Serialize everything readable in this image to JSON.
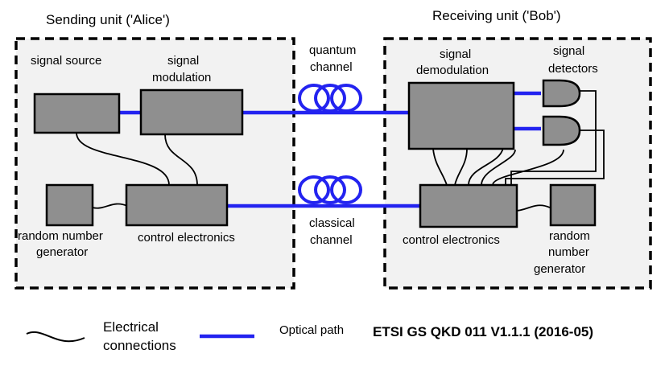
{
  "alice": {
    "title": "Sending unit ('Alice')",
    "signal_source": "signal source",
    "signal_modulation_1": "signal",
    "signal_modulation_2": "modulation",
    "rng_1": "random number",
    "rng_2": "generator",
    "control": "control electronics"
  },
  "channels": {
    "quantum_1": "quantum",
    "quantum_2": "channel",
    "classical_1": "classical",
    "classical_2": "channel"
  },
  "bob": {
    "title": "Receiving unit ('Bob')",
    "demod_1": "signal",
    "demod_2": "demodulation",
    "detectors_1": "signal",
    "detectors_2": "detectors",
    "control": "control electronics",
    "rng_1": "random",
    "rng_2": "number",
    "rng_3": "generator"
  },
  "legend": {
    "electrical_1": "Electrical",
    "electrical_2": "connections",
    "optical": "Optical path"
  },
  "footer": {
    "reference": "ETSI GS QKD 011 V1.1.1 (2016-05)"
  },
  "colors": {
    "optical": "#2323f0",
    "block": "#8f8f8f",
    "unit_bg": "#f2f2f2"
  }
}
